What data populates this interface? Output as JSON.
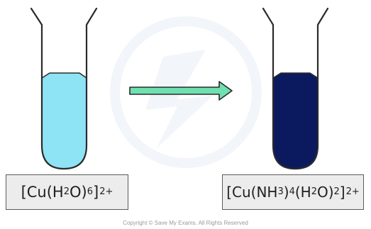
{
  "tubes": {
    "left_liquid_color": "#8ee3f5",
    "right_liquid_color": "#0b1a5f",
    "outline_color": "#2b2b2b"
  },
  "arrow": {
    "color": "#6fe0b0"
  },
  "labels": {
    "left": {
      "open": "[Cu(H",
      "sub1": "2",
      "mid1": "O)",
      "sub2": "6",
      "close": "]",
      "charge": "2+"
    },
    "right": {
      "open": "[Cu(NH",
      "sub1": "3",
      "mid1": ")",
      "sub2": "4",
      "mid2": "(H",
      "sub3": "2",
      "mid3": "O)",
      "sub4": "2",
      "close": "]",
      "charge": "2+"
    }
  },
  "footer": {
    "copyright": "Copyright © Save My Exams. All Rights Reserved"
  }
}
